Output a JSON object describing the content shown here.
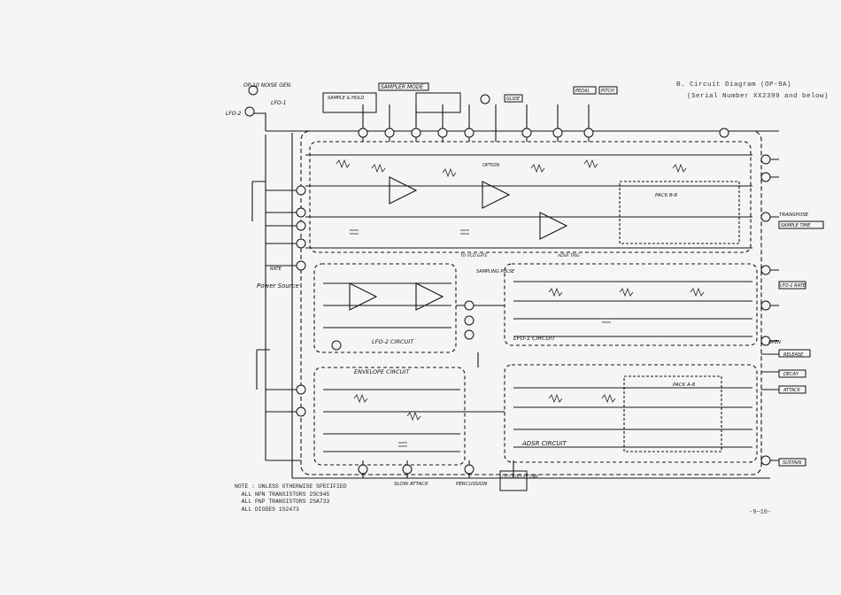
{
  "header": {
    "title": "B. Circuit Diagram (OP-9A)",
    "serial": "(Serial Number XX2399 and below)"
  },
  "page_number": "-9~10-",
  "note_lines": [
    "NOTE : UNLESS OTHERWISE SPECIFIED",
    "  ALL NPN TRANSISTORS 2SC945",
    "  ALL PNP TRANSISTORS 2SA733",
    "  ALL DIODES 1S2473"
  ],
  "labels": {
    "noise_gen": "OP-10 NOISE GEN.",
    "lfo1": "LFO-1",
    "lfo2": "LFO-2",
    "sampler_mode": "SAMPLER MODE",
    "sample_hold": "SAMPLE & HOLD",
    "glide": "GLIDE",
    "pitch": "PITCH",
    "pedal": "PEDAL",
    "option": "OPTION",
    "transpose": "TRANSPOSE",
    "sample_time": "SAMPLE TIME",
    "lfo1_rate": "LFO-1 RATE",
    "power_source": "Power\nSource",
    "rate": "RATE",
    "open": "OPEN",
    "lfo2_circuit": "LFO-2 CIRCUIT",
    "lfo1_circuit": "LFO-1 CIRCUIT",
    "envelope_circuit": "ENVELOPE CIRCUIT",
    "adsr_circuit": "ADSR CIRCUIT",
    "slow_attack": "SLOW ATTACK",
    "percussion": "PERCUSSION",
    "lfo2_delay": "LFO-2 DELAY TIME",
    "release": "RELEASE",
    "decay": "DECAY",
    "attack": "ATTACK",
    "sustain": "SUSTAIN",
    "pack_b": "PACK B-8",
    "pack_a": "PACK A-8",
    "sampling_pulse": "SAMPLING PULSE",
    "to_vco": "TO VCO GATE",
    "adsr_trig": "ADSR TRIG"
  }
}
